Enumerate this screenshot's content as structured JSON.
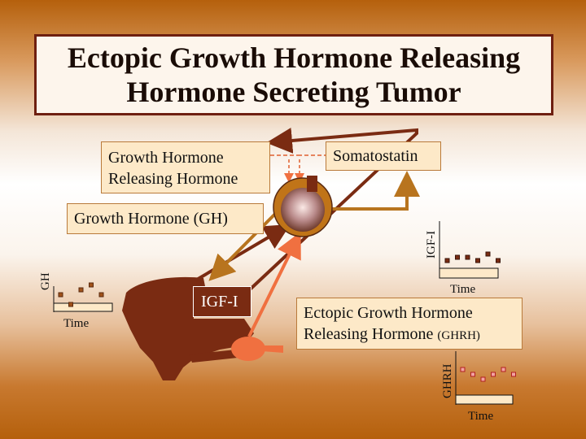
{
  "title": {
    "line1": "Ectopic Growth Hormone Releasing",
    "line2": "Hormone Secreting Tumor"
  },
  "labels": {
    "ghrh_line1": "Growth Hormone",
    "ghrh_line2": "Releasing Hormone",
    "somatostatin": "Somatostatin",
    "gh": "Growth Hormone (GH)",
    "igf1": "IGF-I",
    "ectopic_line1": "Ectopic Growth Hormone",
    "ectopic_line2": "Releasing Hormone",
    "ectopic_abbrev": "(GHRH)"
  },
  "mini_charts": [
    {
      "id": "gh",
      "ylabel": "GH",
      "xlabel": "Time",
      "points": [
        3,
        1,
        4,
        5,
        3
      ]
    },
    {
      "id": "igf1",
      "ylabel": "IGF-I",
      "xlabel": "Time",
      "points": [
        3,
        4,
        4,
        3,
        5,
        3
      ]
    },
    {
      "id": "ghrh",
      "ylabel": "GHRH",
      "xlabel": "Time",
      "points": [
        4,
        3,
        2,
        3,
        4,
        3
      ]
    }
  ],
  "colors": {
    "dark_arrow": "#7a2b12",
    "gh_arrow": "#b8741e",
    "tumor": "#f07040",
    "liver": "#7a2b12",
    "pituitary_ring": "#8a4a1a"
  }
}
